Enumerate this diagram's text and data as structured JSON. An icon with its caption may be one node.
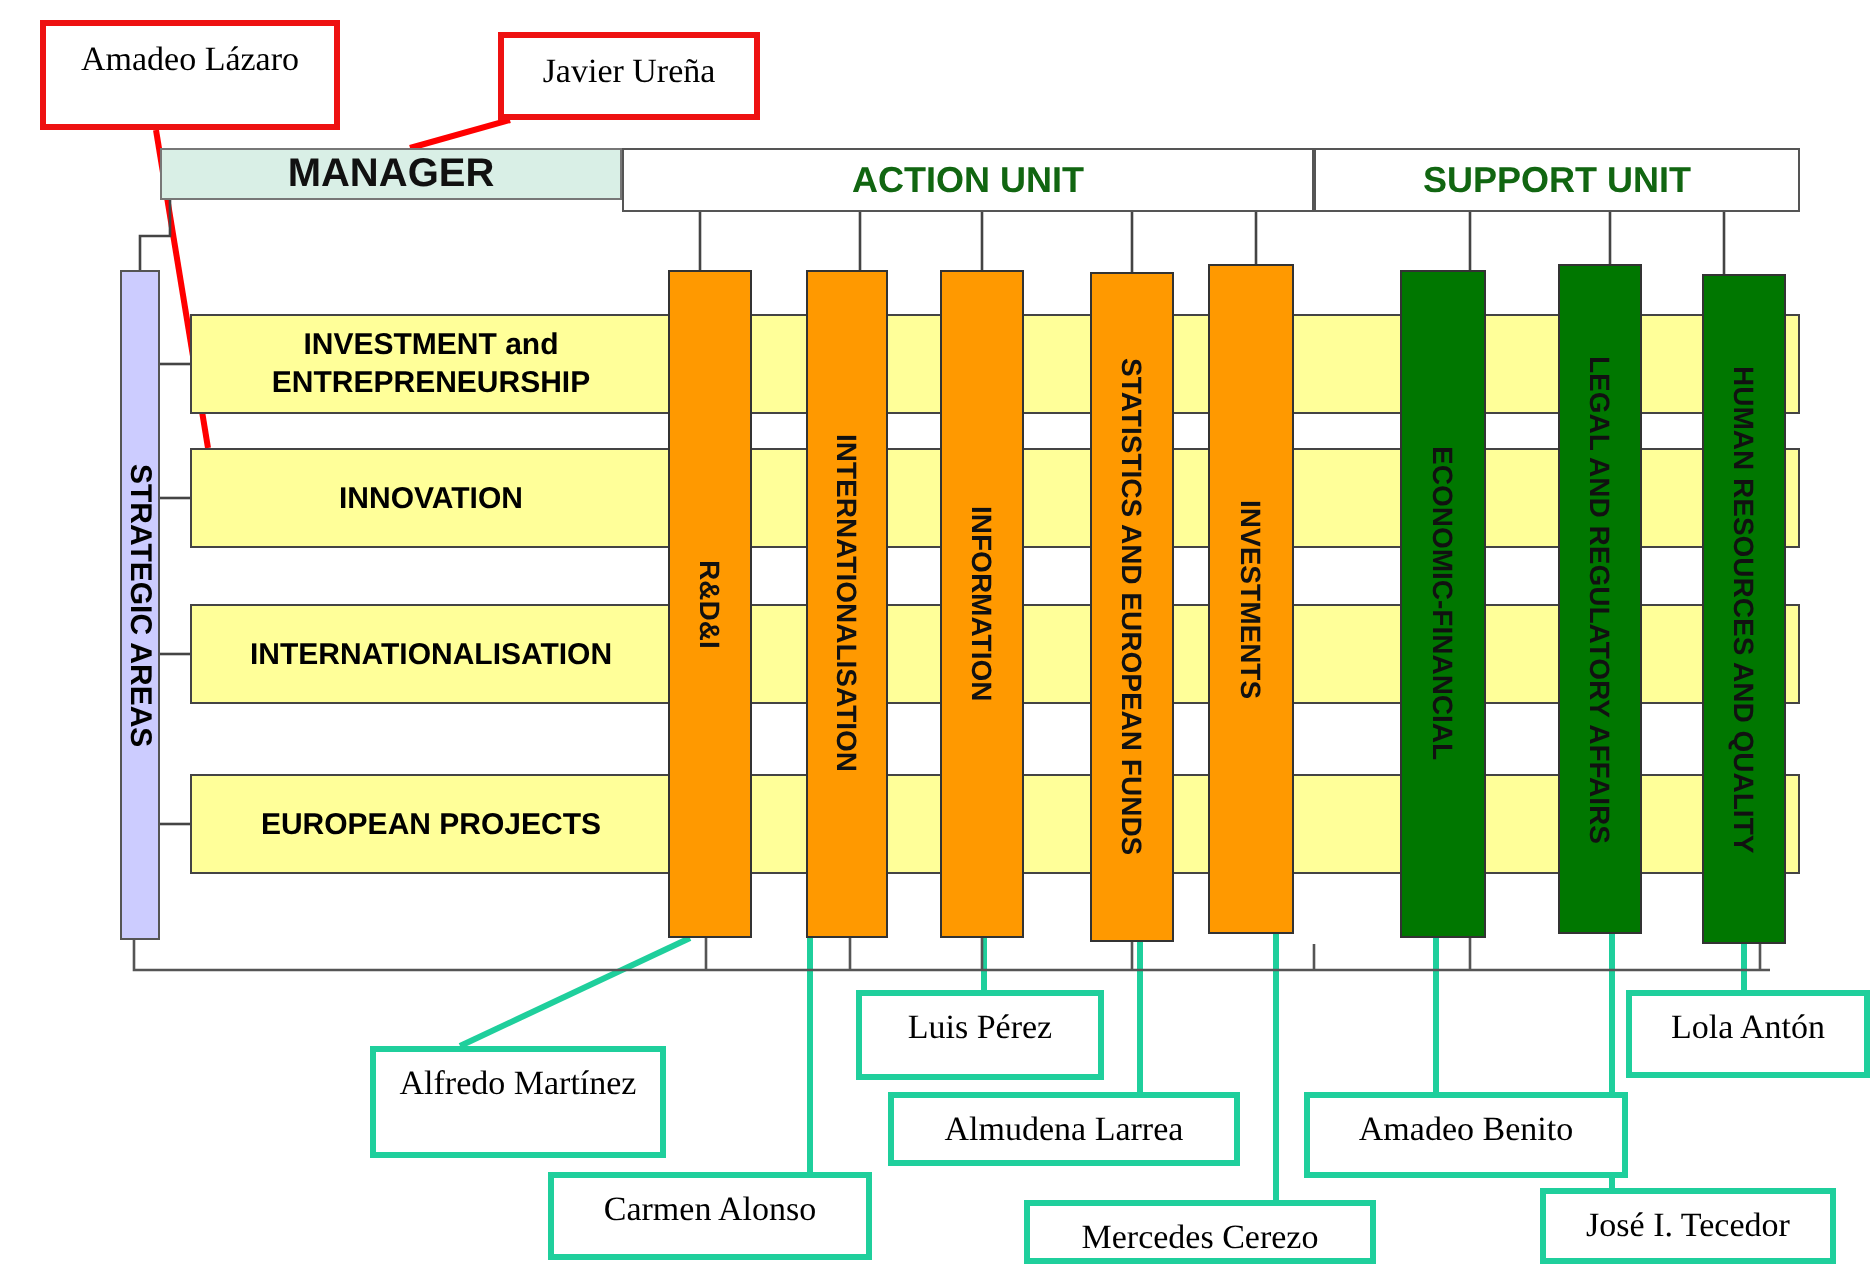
{
  "diagram": {
    "nodes": [
      {
        "text": [
          "Amadeo Lázaro"
        ]
      },
      {
        "text": [
          "Javier Ureña"
        ]
      },
      {
        "text": [
          "MANAGER"
        ]
      },
      {
        "text": [
          "ACTION UNIT"
        ]
      },
      {
        "text": [
          "SUPPORT UNIT"
        ]
      },
      {
        "text": [
          "STRATEGIC AREAS"
        ]
      },
      {
        "text": [
          "INVESTMENT and ENTREPRENEURSHIP"
        ]
      },
      {
        "text": [
          "INNOVATION"
        ]
      },
      {
        "text": [
          "INTERNATIONALISATION"
        ]
      },
      {
        "text": [
          "EUROPEAN PROJECTS"
        ]
      },
      {
        "text": [
          "R&D&I"
        ]
      },
      {
        "text": [
          "INTERNATIONALISATION"
        ]
      },
      {
        "text": [
          "INFORMATION"
        ]
      },
      {
        "text": [
          "STATISTICS AND EUROPEAN FUNDS"
        ]
      },
      {
        "text": [
          "INVESTMENTS"
        ]
      },
      {
        "text": [
          "ECONOMIC-FINANCIAL"
        ]
      },
      {
        "text": [
          "LEGAL AND REGULATORY AFFAIRS"
        ]
      },
      {
        "text": [
          "HUMAN RESOURCES AND QUALITY"
        ]
      },
      {
        "text": [
          "Alfredo Martínez"
        ]
      },
      {
        "text": [
          "Luis Pérez"
        ]
      },
      {
        "text": [
          "Lola Antón"
        ]
      },
      {
        "text": [
          "Almudena Larrea"
        ]
      },
      {
        "text": [
          "Amadeo Benito"
        ]
      },
      {
        "text": [
          "Carmen Alonso"
        ]
      },
      {
        "text": [
          "Mercedes Cerezo"
        ]
      },
      {
        "text": [
          "José I. Tecedor"
        ]
      }
    ],
    "edges": [
      {
        "from": 0,
        "to": 7,
        "arrow": "none",
        "style": "thick",
        "color": "#ff0000"
      },
      {
        "from": 1,
        "to": 2,
        "arrow": "none",
        "style": "thick",
        "color": "#ff0000"
      },
      {
        "from": 2,
        "to": 5,
        "arrow": "none"
      },
      {
        "from": 5,
        "to": 6,
        "arrow": "none"
      },
      {
        "from": 5,
        "to": 7,
        "arrow": "none"
      },
      {
        "from": 5,
        "to": 8,
        "arrow": "none"
      },
      {
        "from": 5,
        "to": 9,
        "arrow": "none"
      },
      {
        "from": 3,
        "to": 10,
        "arrow": "none"
      },
      {
        "from": 3,
        "to": 11,
        "arrow": "none"
      },
      {
        "from": 3,
        "to": 12,
        "arrow": "none"
      },
      {
        "from": 3,
        "to": 13,
        "arrow": "none"
      },
      {
        "from": 3,
        "to": 14,
        "arrow": "none"
      },
      {
        "from": 4,
        "to": 15,
        "arrow": "none"
      },
      {
        "from": 4,
        "to": 16,
        "arrow": "none"
      },
      {
        "from": 4,
        "to": 17,
        "arrow": "none"
      },
      {
        "from": 18,
        "to": 10,
        "arrow": "none",
        "style": "thick",
        "color": "#1fcf9c"
      },
      {
        "from": 23,
        "to": 11,
        "arrow": "none",
        "style": "thick",
        "color": "#1fcf9c"
      },
      {
        "from": 19,
        "to": 12,
        "arrow": "none",
        "style": "thick",
        "color": "#1fcf9c"
      },
      {
        "from": 21,
        "to": 13,
        "arrow": "none",
        "style": "thick",
        "color": "#1fcf9c"
      },
      {
        "from": 24,
        "to": 14,
        "arrow": "none",
        "style": "thick",
        "color": "#1fcf9c"
      },
      {
        "from": 22,
        "to": 15,
        "arrow": "none",
        "style": "thick",
        "color": "#1fcf9c"
      },
      {
        "from": 25,
        "to": 16,
        "arrow": "none",
        "style": "thick",
        "color": "#1fcf9c"
      },
      {
        "from": 20,
        "to": 17,
        "arrow": "none",
        "style": "thick",
        "color": "#1fcf9c"
      }
    ]
  }
}
